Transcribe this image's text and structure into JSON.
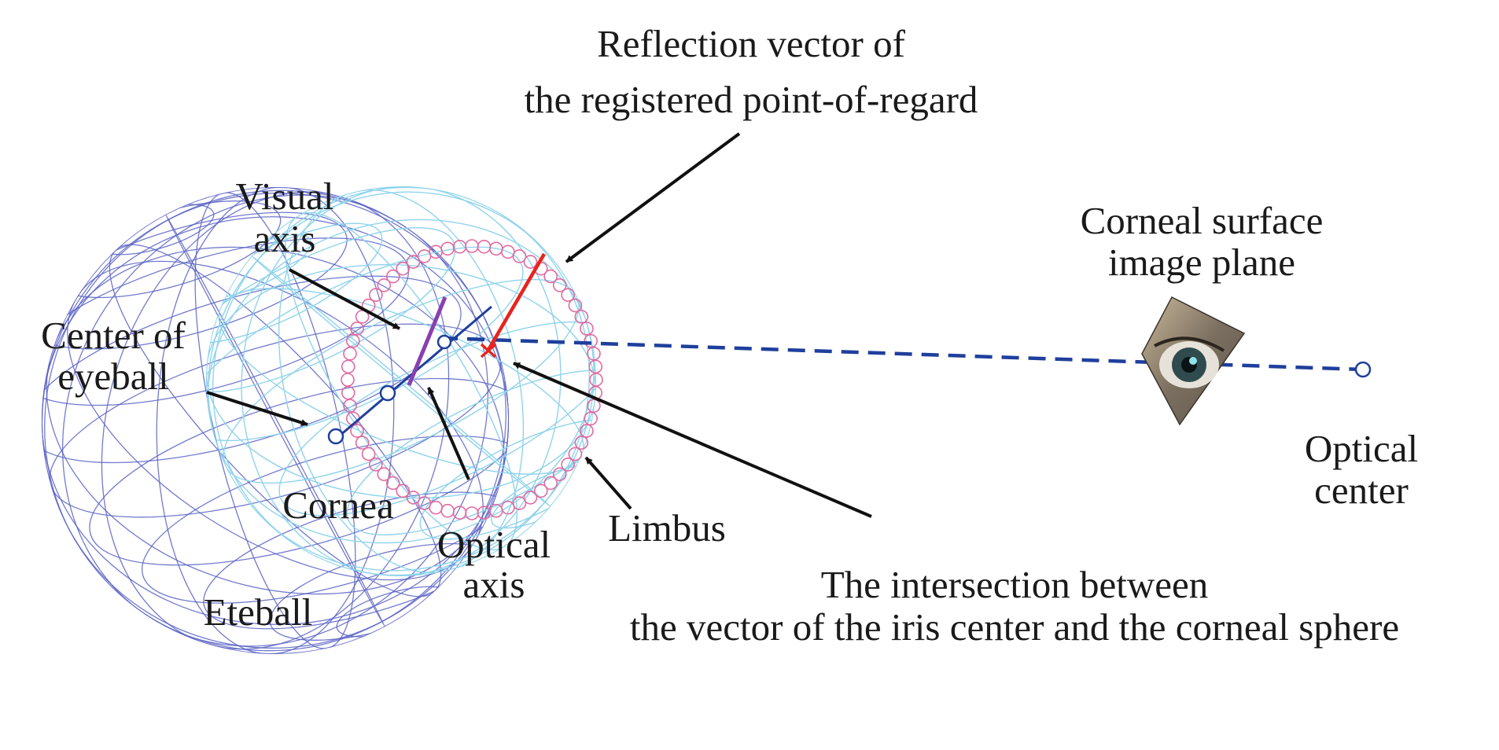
{
  "diagram": {
    "labels": {
      "reflection_line1": "Reflection vector of",
      "reflection_line2": "the registered point-of-regard",
      "visual_axis_line1": "Visual",
      "visual_axis_line2": "axis",
      "center_line1": "Center of",
      "center_line2": "eyeball",
      "cornea": "Cornea",
      "optical_axis_line1": "Optical",
      "optical_axis_line2": "axis",
      "limbus": "Limbus",
      "eyeball": "Eteball",
      "corneal_plane_line1": "Corneal surface",
      "corneal_plane_line2": "image plane",
      "optical_center_line1": "Optical",
      "optical_center_line2": "center",
      "intersection_line1": "The intersection between",
      "intersection_line2": "the vector of the iris center and the corneal sphere"
    },
    "colors": {
      "eyeball_wireframe": "#5a63c4",
      "cornea_wireframe": "#8fd3ec",
      "limbus": "#e26aa0",
      "axis_line": "#1f3f9c",
      "visual_axis": "#8a3fb0",
      "reflection_vector": "#e8231c",
      "arrow": "#111111"
    }
  }
}
